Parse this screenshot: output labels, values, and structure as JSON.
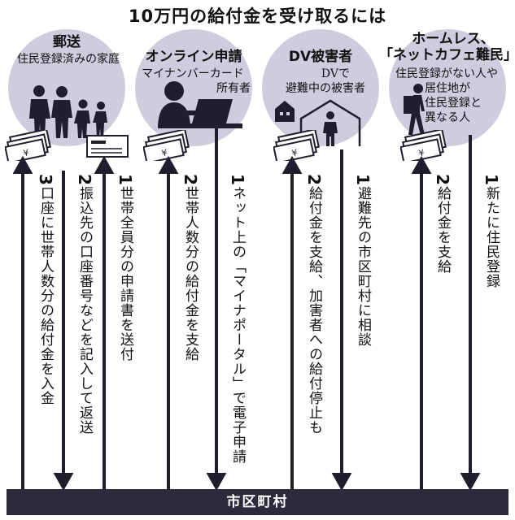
{
  "title": "10万円の給付金を受け取るには",
  "colors": {
    "circle": "#cfccde",
    "bar": "#2c2b3c",
    "ink": "#111111"
  },
  "groups": [
    {
      "heading": "郵送",
      "sub": [
        "住民登録済みの家庭"
      ]
    },
    {
      "heading": "オンライン申請",
      "sub": [
        "マイナンバーカード",
        "所有者"
      ]
    },
    {
      "heading": "DV被害者",
      "sub": [
        "DVで",
        "避難中の被害者"
      ]
    },
    {
      "heading": [
        "ホームレス、",
        "「ネットカフェ難民」"
      ],
      "sub": [
        "住民登録がない人や",
        "居住地が",
        "住民登録と",
        "異なる人"
      ]
    }
  ],
  "steps": {
    "mail_3": {
      "num": "3",
      "text": "口座に世帯人数分の給付金を入金"
    },
    "mail_2": {
      "num": "2",
      "text": "振込先の口座番号などを記入して返送"
    },
    "mail_1": {
      "num": "1",
      "text": "世帯全員分の申請書を送付"
    },
    "online_2": {
      "num": "2",
      "text": "世帯人数分の給付金を支給"
    },
    "online_1": {
      "num": "1",
      "text": "ネット上の「マイナポータル」で電子申請"
    },
    "dv_2": {
      "num": "2",
      "text": "給付金を支給、加害者への給付停止も"
    },
    "dv_1": {
      "num": "1",
      "text": "避難先の市区町村に相談"
    },
    "homeless_2": {
      "num": "2",
      "text": "給付金を支給"
    },
    "homeless_1": {
      "num": "1",
      "text": "新たに住民登録"
    }
  },
  "bottom_bar": "市区町村",
  "icons": [
    "family-icon",
    "money-icon",
    "form-icon",
    "person-laptop-icon",
    "shelter-house-icon",
    "hiker-icon"
  ]
}
